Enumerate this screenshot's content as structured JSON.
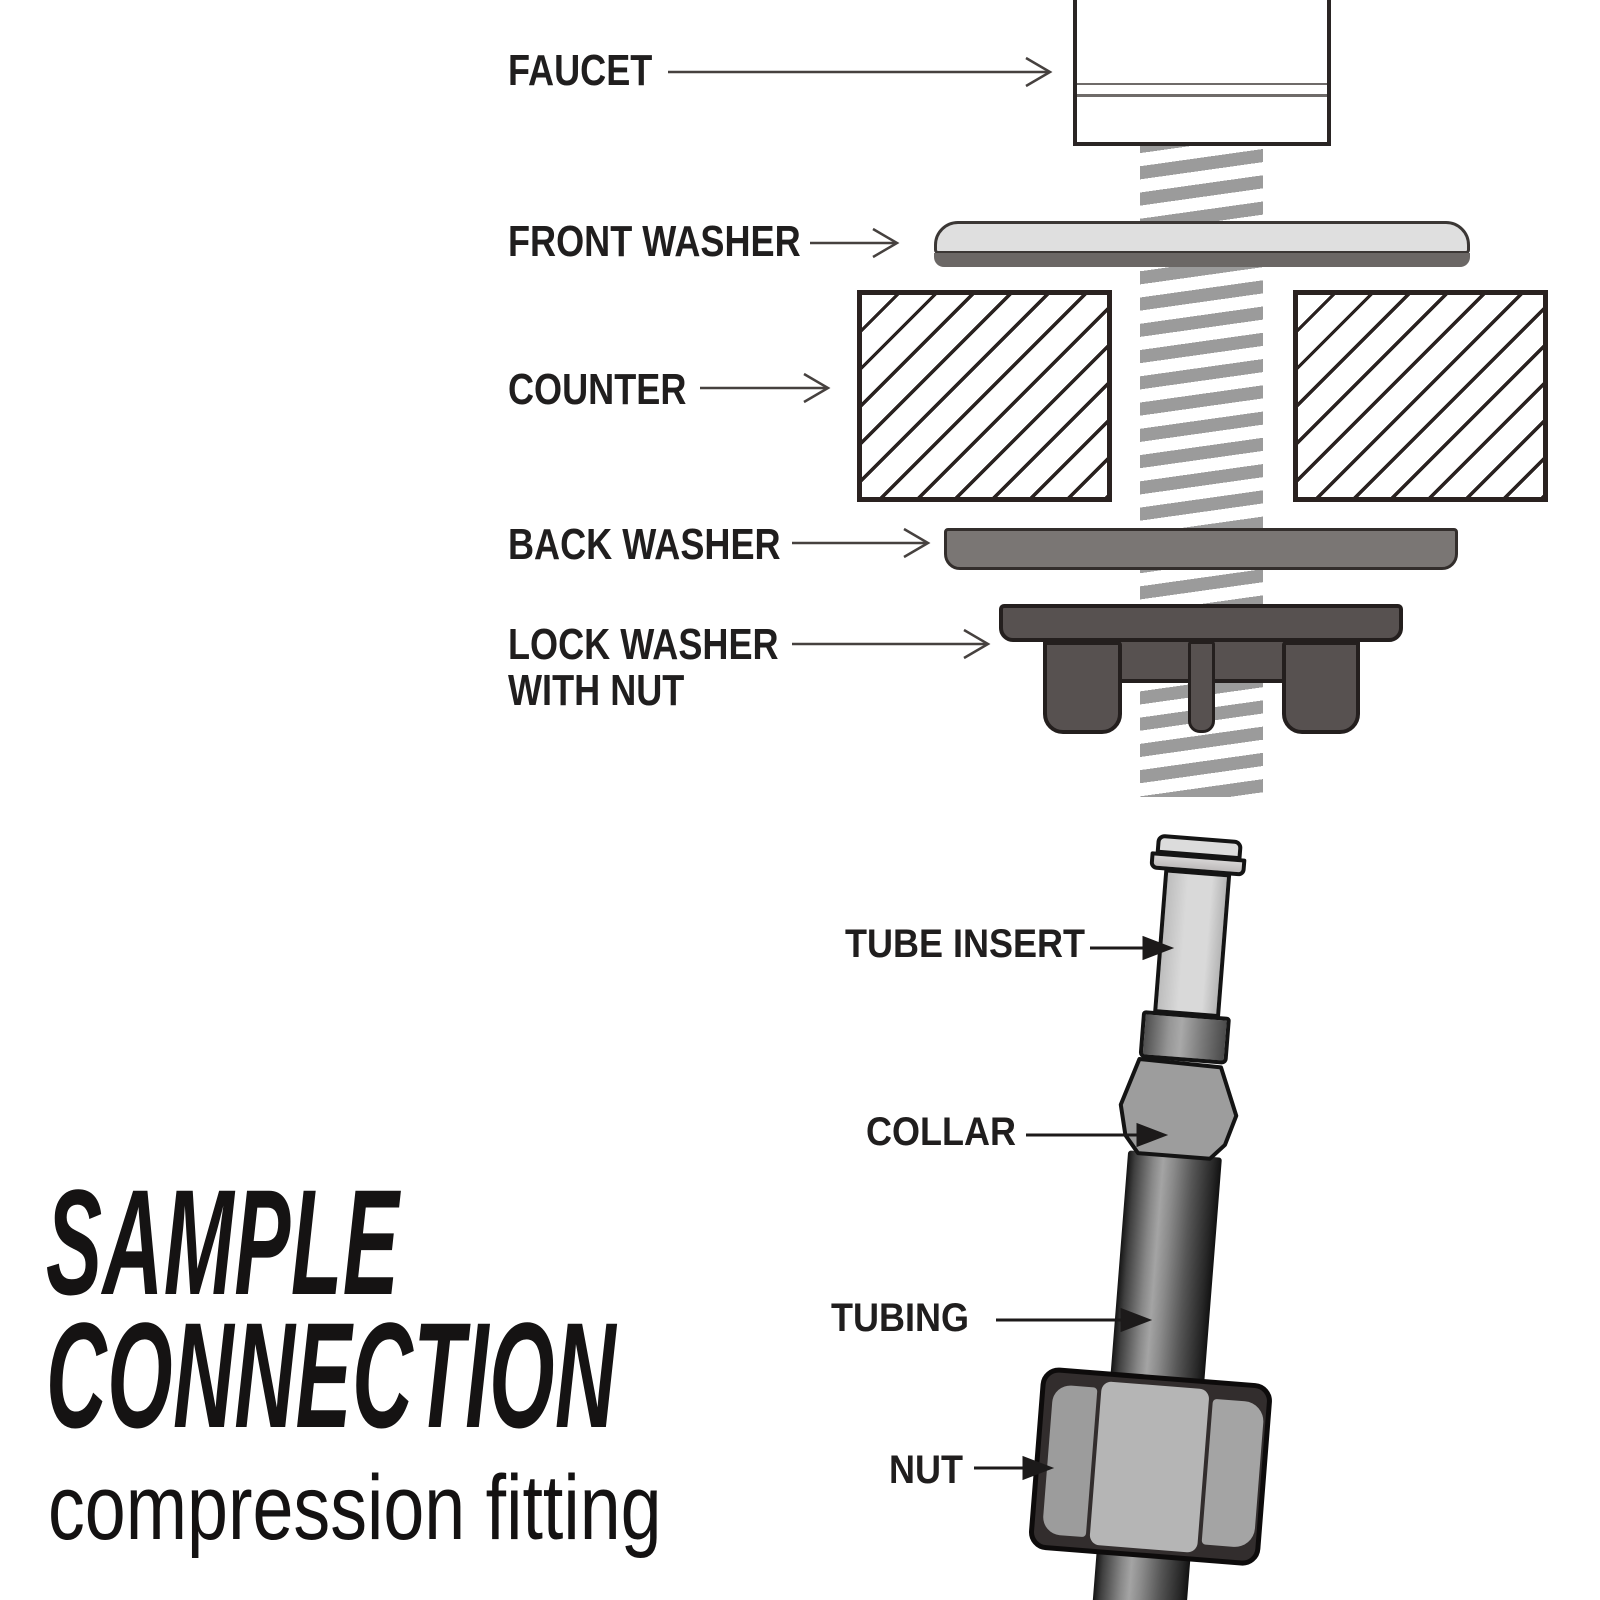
{
  "title_block": {
    "line1": "SAMPLE",
    "line2": "CONNECTION",
    "subtitle": "compression fitting"
  },
  "installation_diagram": {
    "name": "faucet mounting exploded view",
    "labels": [
      {
        "text": "FAUCET"
      },
      {
        "text": "FRONT WASHER"
      },
      {
        "text": "COUNTER"
      },
      {
        "text": "BACK WASHER"
      },
      {
        "text": "LOCK WASHER",
        "text2": "WITH NUT"
      }
    ]
  },
  "fitting_diagram": {
    "name": "compression fitting exploded view",
    "labels": [
      {
        "text": "TUBE INSERT"
      },
      {
        "text": "COLLAR"
      },
      {
        "text": "TUBING"
      },
      {
        "text": "NUT"
      }
    ]
  },
  "palette": {
    "background": "#ffffff",
    "label_text": "#201e1e",
    "outline_dark": "#241f1e",
    "arrow": "#46413f",
    "thread_gray": "#9b9b9b",
    "front_washer_light": "#dfdfdf",
    "front_washer_band": "#6b6765",
    "back_washer": "#7a7674",
    "lock_washer": "#575150",
    "tube_insert": "#d9d9d9",
    "collar": "#9d9d9d",
    "tubing_dark": "#3f3f3f",
    "nut_facet_light": "#b5b5b5"
  }
}
